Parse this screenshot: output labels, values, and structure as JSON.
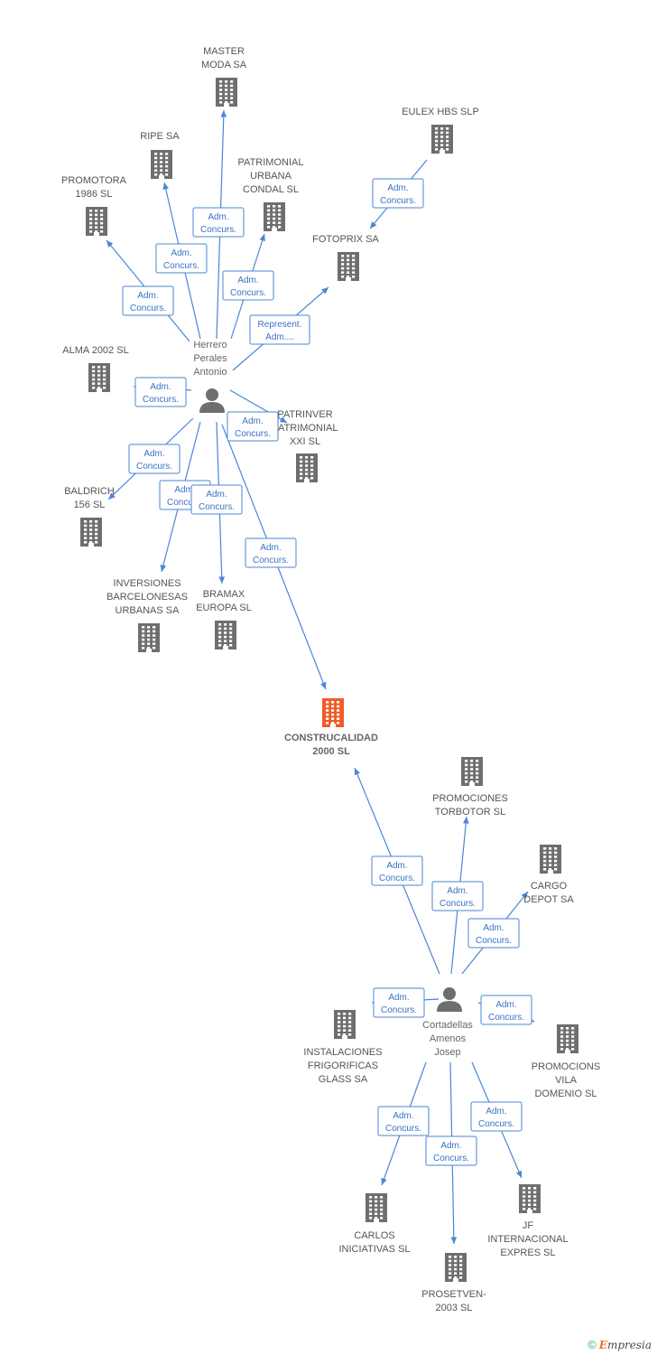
{
  "colors": {
    "company": "#6e6e6e",
    "main_company": "#f05a28",
    "person": "#6e6e6e",
    "edge": "#4a86d6",
    "label": "#555555"
  },
  "companies": [
    {
      "id": "master",
      "lines": [
        "MASTER",
        "MODA SA"
      ]
    },
    {
      "id": "eulex",
      "lines": [
        "EULEX HBS  SLP"
      ]
    },
    {
      "id": "ripe",
      "lines": [
        "RIPE SA"
      ]
    },
    {
      "id": "patrimonial-urbana",
      "lines": [
        "PATRIMONIAL",
        "URBANA",
        "CONDAL SL"
      ]
    },
    {
      "id": "promotora",
      "lines": [
        "PROMOTORA",
        "1986 SL"
      ]
    },
    {
      "id": "fotoprix",
      "lines": [
        "FOTOPRIX SA"
      ]
    },
    {
      "id": "alma",
      "lines": [
        "ALMA 2002 SL"
      ]
    },
    {
      "id": "patrinver",
      "lines": [
        "PATRINVER",
        "PATRIMONIAL",
        "XXI SL"
      ]
    },
    {
      "id": "baldrich",
      "lines": [
        "BALDRICH",
        "156 SL"
      ]
    },
    {
      "id": "inversiones",
      "lines": [
        "INVERSIONES",
        "BARCELONESAS",
        "URBANAS SA"
      ]
    },
    {
      "id": "bramax",
      "lines": [
        "BRAMAX",
        "EUROPA SL"
      ]
    },
    {
      "id": "construcalidad",
      "lines": [
        "CONSTRUCALIDAD",
        "2000 SL"
      ],
      "main": true
    },
    {
      "id": "torbotor",
      "lines": [
        "PROMOCIONES",
        "TORBOTOR SL"
      ]
    },
    {
      "id": "cargo",
      "lines": [
        "CARGO",
        "DEPOT SA"
      ]
    },
    {
      "id": "instalaciones",
      "lines": [
        "INSTALACIONES",
        "FRIGORIFICAS",
        "GLASS SA"
      ]
    },
    {
      "id": "vila",
      "lines": [
        "PROMOCIONS",
        "VILA",
        "DOMENIO SL"
      ]
    },
    {
      "id": "carlos",
      "lines": [
        "CARLOS",
        "INICIATIVAS SL"
      ]
    },
    {
      "id": "jf",
      "lines": [
        "JF",
        "INTERNACIONAL",
        "EXPRES SL"
      ]
    },
    {
      "id": "prosetven",
      "lines": [
        "PROSETVEN-",
        "2003 SL"
      ]
    }
  ],
  "persons": [
    {
      "id": "herrero",
      "lines": [
        "Herrero",
        "Perales",
        "Antonio"
      ]
    },
    {
      "id": "cortadellas",
      "lines": [
        "Cortadellas",
        "Amenos",
        "Josep"
      ]
    }
  ],
  "edges": [
    {
      "from": "herrero",
      "to": "master",
      "label": [
        "Adm.",
        "Concurs."
      ]
    },
    {
      "from": "herrero",
      "to": "ripe",
      "label": [
        "Adm.",
        "Concurs."
      ]
    },
    {
      "from": "herrero",
      "to": "patrimonial-urbana",
      "label": [
        "Adm.",
        "Concurs."
      ]
    },
    {
      "from": "herrero",
      "to": "promotora",
      "label": [
        "Adm.",
        "Concurs."
      ]
    },
    {
      "from": "herrero",
      "to": "fotoprix",
      "label": [
        "Represent.",
        "Adm...."
      ]
    },
    {
      "from": "eulex",
      "to": "fotoprix",
      "label": [
        "Adm.",
        "Concurs."
      ]
    },
    {
      "from": "herrero",
      "to": "alma",
      "label": [
        "Adm.",
        "Concurs."
      ]
    },
    {
      "from": "herrero",
      "to": "patrinver",
      "label": [
        "Adm.",
        "Concurs."
      ]
    },
    {
      "from": "herrero",
      "to": "baldrich",
      "label": [
        "Adm.",
        "Concurs."
      ]
    },
    {
      "from": "herrero",
      "to": "inversiones",
      "label": [
        "Adm.",
        "Concurs."
      ]
    },
    {
      "from": "herrero",
      "to": "bramax",
      "label": [
        "Adm.",
        "Concurs."
      ]
    },
    {
      "from": "herrero",
      "to": "construcalidad",
      "label": [
        "Adm.",
        "Concurs."
      ]
    },
    {
      "from": "cortadellas",
      "to": "construcalidad",
      "label": [
        "Adm.",
        "Concurs."
      ]
    },
    {
      "from": "cortadellas",
      "to": "torbotor",
      "label": [
        "Adm.",
        "Concurs."
      ]
    },
    {
      "from": "cortadellas",
      "to": "cargo",
      "label": [
        "Adm.",
        "Concurs."
      ]
    },
    {
      "from": "cortadellas",
      "to": "instalaciones",
      "label": [
        "Adm.",
        "Concurs."
      ]
    },
    {
      "from": "cortadellas",
      "to": "vila",
      "label": [
        "Adm.",
        "Concurs."
      ]
    },
    {
      "from": "cortadellas",
      "to": "carlos",
      "label": [
        "Adm.",
        "Concurs."
      ]
    },
    {
      "from": "cortadellas",
      "to": "jf",
      "label": [
        "Adm.",
        "Concurs."
      ]
    },
    {
      "from": "cortadellas",
      "to": "prosetven",
      "label": [
        "Adm.",
        "Concurs."
      ]
    }
  ],
  "footer": {
    "copyright_symbol": "©",
    "brand_initial": "E",
    "brand_rest": "mpresia"
  }
}
